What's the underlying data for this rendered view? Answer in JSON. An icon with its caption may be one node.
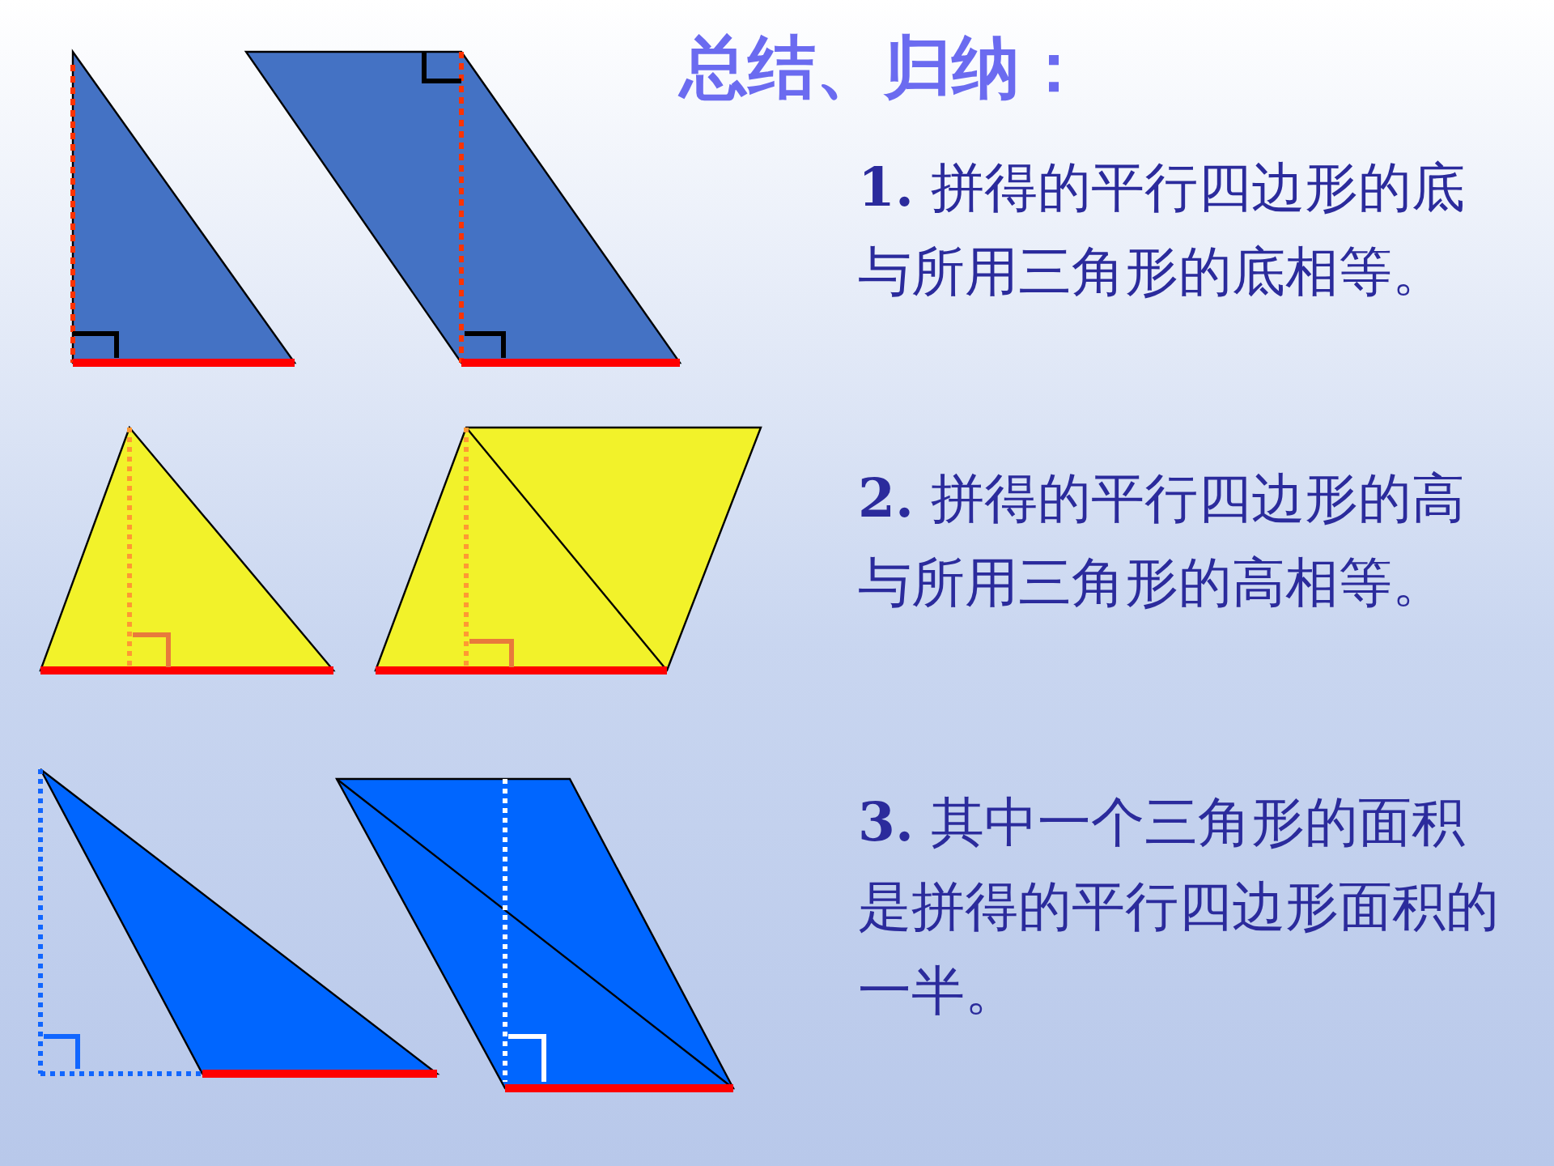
{
  "diagram": {
    "title": "总结、归纳：",
    "labels": [
      "**1.** 拼得的平行四边形的底与所用三角形的底相等。",
      "**2.** 拼得的平行四边形的高与所用三角形的高相等。",
      "**3.** 其中一个三角形的面积是拼得的平行四边形面积的一半。"
    ]
  }
}
